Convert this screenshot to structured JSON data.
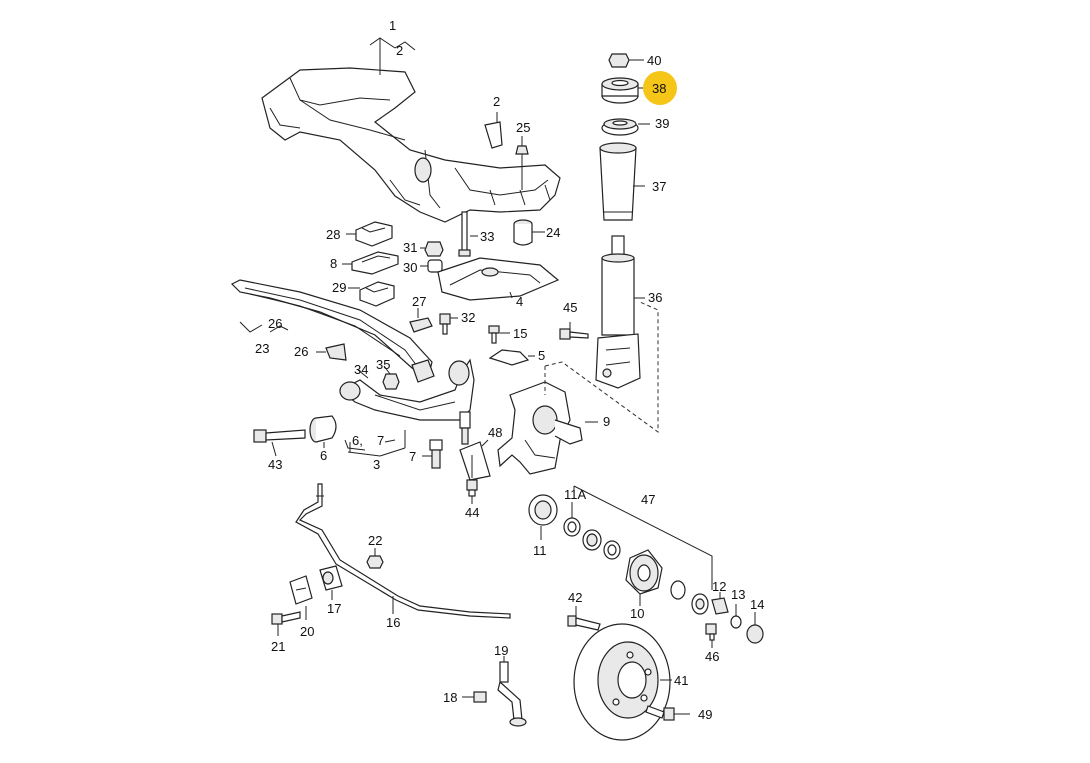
{
  "highlight_color": "#f5c518",
  "highlighted_part": "38",
  "callouts": {
    "c1": "1",
    "c2a": "2",
    "c2b": "2",
    "c3": "3",
    "c4": "4",
    "c5": "5",
    "c6a": "6,",
    "c7a": "7",
    "c6b": "6",
    "c7b": "7",
    "c8": "8",
    "c9": "9",
    "c10": "10",
    "c11": "11",
    "c11a": "11A",
    "c12": "12",
    "c13": "13",
    "c14": "14",
    "c15": "15",
    "c16": "16",
    "c17": "17",
    "c18": "18",
    "c19": "19",
    "c20": "20",
    "c21": "21",
    "c22": "22",
    "c23": "23",
    "c24": "24",
    "c25": "25",
    "c26a": "26",
    "c26b": "26",
    "c27": "27",
    "c28": "28",
    "c29": "29",
    "c30": "30",
    "c31": "31",
    "c32": "32",
    "c33": "33",
    "c34": "34",
    "c35": "35",
    "c36": "36",
    "c37": "37",
    "c38": "38",
    "c39": "39",
    "c40": "40",
    "c41": "41",
    "c42": "42",
    "c43": "43",
    "c44": "44",
    "c45": "45",
    "c46": "46",
    "c47": "47",
    "c48": "48",
    "c49": "49"
  }
}
